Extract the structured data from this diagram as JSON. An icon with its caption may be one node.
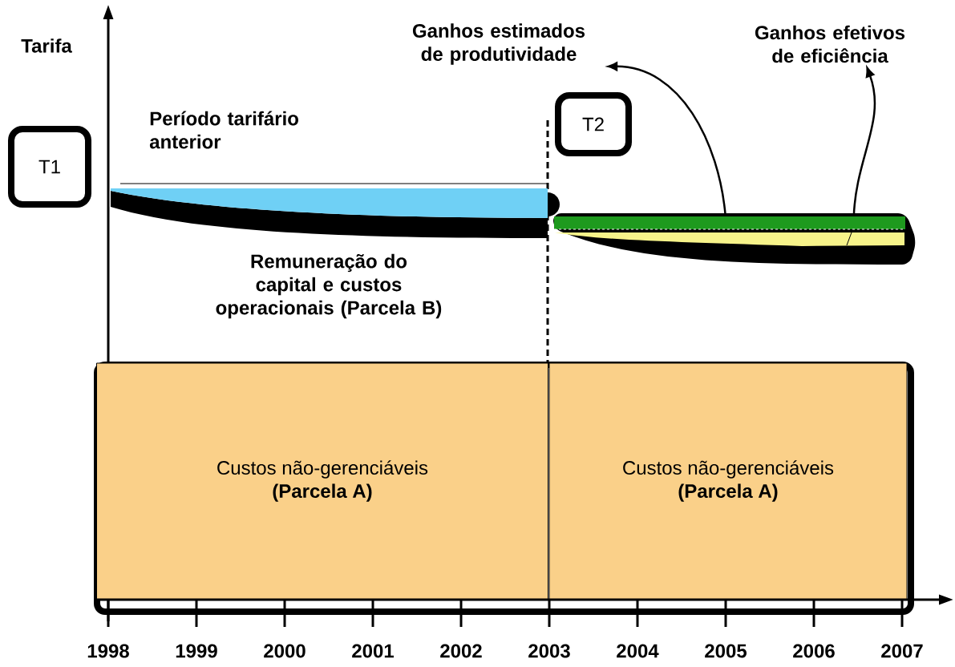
{
  "diagram": {
    "nodes": [
      {
        "text": [
          "T1"
        ]
      },
      {
        "text": [
          "T2"
        ]
      },
      {
        "text": [
          "Ganhos estimados de produtividade"
        ]
      },
      {
        "text": [
          "Ganhos efetivos de eficiência"
        ]
      },
      {
        "text": [],
        "shape": "bar"
      },
      {
        "text": [
          "Custos não-gerenciáveis",
          "(Parcela A)"
        ]
      },
      {
        "text": [
          "Custos não-gerenciáveis",
          "(Parcela A)"
        ]
      }
    ],
    "edges": [
      {
        "from": 4,
        "to": 2,
        "arrow": "to"
      },
      {
        "from": 4,
        "to": 3,
        "arrow": "to"
      }
    ],
    "labels": [
      "Tarifa",
      "Período tarifário anterior",
      "Remuneração do capital e custos operacionais (Parcela B)",
      "1998",
      "1999",
      "2000",
      "2001",
      "2002",
      "2003",
      "2004",
      "2005",
      "2006",
      "2007"
    ]
  }
}
